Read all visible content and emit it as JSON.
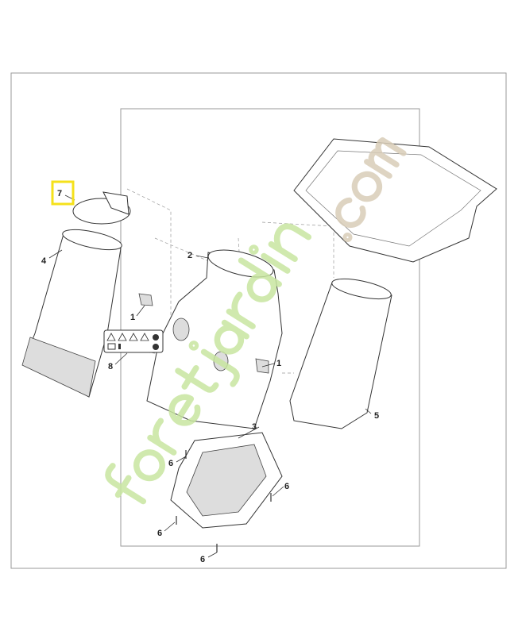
{
  "diagram": {
    "callouts": [
      {
        "id": "callout-1a",
        "text": "1"
      },
      {
        "id": "callout-1b",
        "text": "1"
      },
      {
        "id": "callout-2",
        "text": "2"
      },
      {
        "id": "callout-3",
        "text": "3"
      },
      {
        "id": "callout-4",
        "text": "4"
      },
      {
        "id": "callout-5",
        "text": "5"
      },
      {
        "id": "callout-6a",
        "text": "6"
      },
      {
        "id": "callout-6b",
        "text": "6"
      },
      {
        "id": "callout-6c",
        "text": "6"
      },
      {
        "id": "callout-6d",
        "text": "6"
      },
      {
        "id": "callout-7",
        "text": "7"
      },
      {
        "id": "callout-8",
        "text": "8"
      }
    ],
    "highlighted_callout": "7",
    "highlight_color": "#f5e11b",
    "watermark": {
      "text": "foretjardin.com",
      "colors": [
        "#c8e6a0",
        "#d9cdb8"
      ]
    }
  }
}
